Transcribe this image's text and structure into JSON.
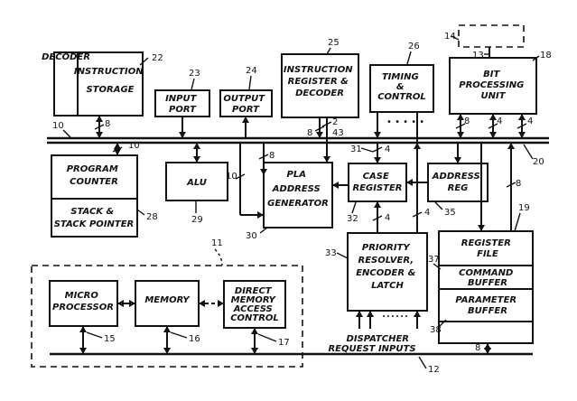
{
  "blocks": {
    "decoder": "DECODER",
    "instruction_storage": [
      "INSTRUCTION",
      "STORAGE"
    ],
    "input_port": [
      "INPUT",
      "PORT"
    ],
    "output_port": [
      "OUTPUT",
      "PORT"
    ],
    "instruction_register_decoder": [
      "INSTRUCTION",
      "REGISTER &",
      "DECODER"
    ],
    "timing_control": [
      "TIMING",
      "&",
      "CONTROL"
    ],
    "bit_processing_unit": [
      "BIT",
      "PROCESSING",
      "UNIT"
    ],
    "program_counter": [
      "PROGRAM",
      "COUNTER"
    ],
    "stack_pointer": [
      "STACK &",
      "STACK POINTER"
    ],
    "alu": "ALU",
    "pla_address_generator": [
      "PLA",
      "ADDRESS",
      "GENERATOR"
    ],
    "case_register": [
      "CASE",
      "REGISTER"
    ],
    "address_reg": [
      "ADDRESS",
      "REG"
    ],
    "priority_resolver": [
      "PRIORITY",
      "RESOLVER,",
      "ENCODER &",
      "LATCH"
    ],
    "register_file": [
      "REGISTER",
      "FILE"
    ],
    "command_buffer": [
      "COMMAND",
      "BUFFER"
    ],
    "parameter_buffer": [
      "PARAMETER",
      "BUFFER"
    ],
    "microprocessor": [
      "MICRO",
      "PROCESSOR"
    ],
    "memory": "MEMORY",
    "dma_control": [
      "DIRECT",
      "MEMORY",
      "ACCESS",
      "CONTROL"
    ]
  },
  "dispatcher_label": [
    "DISPATCHER",
    "REQUEST  INPUTS"
  ],
  "reference_numerals": {
    "n10a": "10",
    "n10b": "10",
    "n10c": "10",
    "n11": "11",
    "n12": "12",
    "n13": "13",
    "n14": "14",
    "n15": "15",
    "n16": "16",
    "n17": "17",
    "n18": "18",
    "n19": "19",
    "n20": "20",
    "n22": "22",
    "n23": "23",
    "n24": "24",
    "n25": "25",
    "n26": "26",
    "n28": "28",
    "n29": "29",
    "n30": "30",
    "n31": "31",
    "n32": "32",
    "n33": "33",
    "n35": "35",
    "n37": "37",
    "n38": "38",
    "n43": "43"
  },
  "bus_widths": {
    "w_decoder": "8",
    "w_irdec_a": "8",
    "w_irdec_b": "2",
    "w_pla_in": "8",
    "w_case_in": "4",
    "w_case_out": "4",
    "w_pr": "4",
    "w_bpu_a": "8",
    "w_bpu_b": "4",
    "w_bpu_c": "4",
    "w_addr": "8",
    "w_rf_bottom": "8"
  }
}
